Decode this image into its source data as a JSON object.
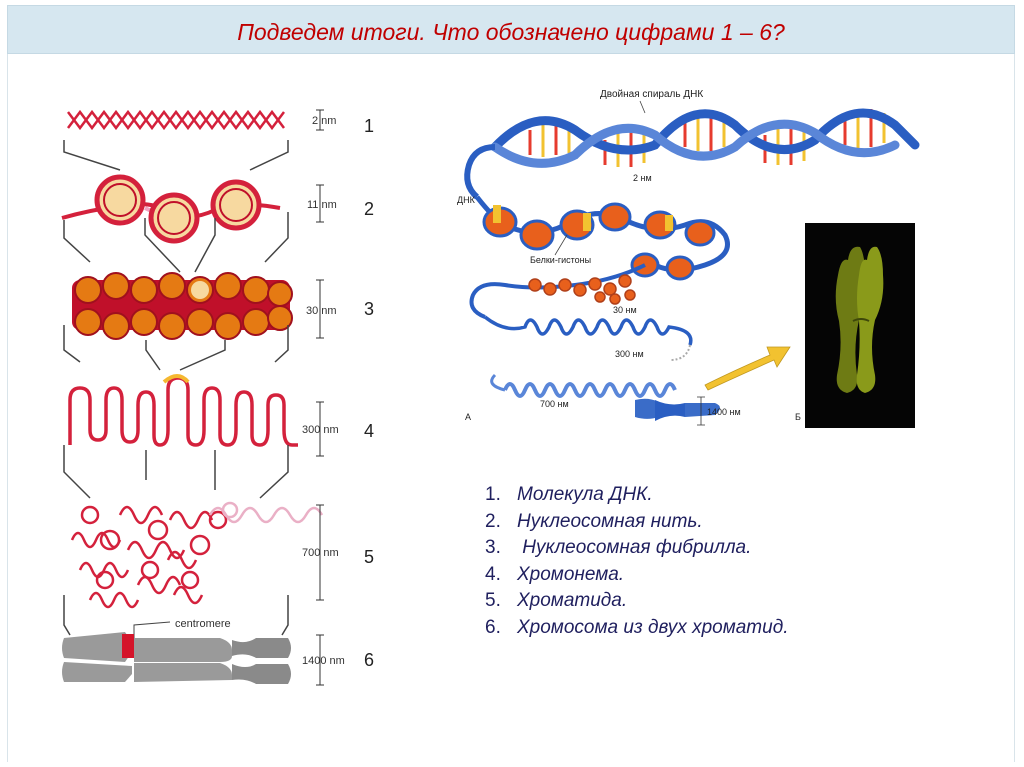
{
  "title": "Подведем итоги. Что обозначено цифрами 1 – 6?",
  "left_diagram": {
    "levels": [
      {
        "number": "1",
        "size": "2 nm"
      },
      {
        "number": "2",
        "size": "11 nm"
      },
      {
        "number": "3",
        "size": "30 nm"
      },
      {
        "number": "4",
        "size": "300 nm"
      },
      {
        "number": "5",
        "size": "700 nm"
      },
      {
        "number": "6",
        "size": "1400 nm"
      }
    ],
    "centromere_label": "centromere"
  },
  "right_diagram": {
    "helix_label": "Двойная спираль ДНК",
    "helix_size": "2 нм",
    "dna_label": "ДНК",
    "histones_label": "Белки-гистоны",
    "size_30": "30 нм",
    "size_300": "300 нм",
    "size_700": "700 нм",
    "size_1400": "1400 нм",
    "panel_a": "А",
    "panel_b": "Б"
  },
  "answers": [
    {
      "num": "1.",
      "text": "Молекула ДНК."
    },
    {
      "num": "2.",
      "text": "Нуклеосомная нить."
    },
    {
      "num": "3.",
      "text": " Нуклеосомная фибрилла."
    },
    {
      "num": "4.",
      "text": "Хромонема."
    },
    {
      "num": "5.",
      "text": "Хроматида."
    },
    {
      "num": "6.",
      "text": "Хромосома из двух хроматид."
    }
  ],
  "colors": {
    "title": "#c00000",
    "title_bar": "#d6e7f0",
    "dna_red": "#d4213c",
    "nucleosome_fill": "#f7d9a0",
    "fibril_orange": "#e57a13",
    "chromosome_gray": "#9a9a9a",
    "centromere_red": "#d4142a",
    "helix_blue": "#2a5ec2",
    "answer_text": "#1f1f5e"
  }
}
